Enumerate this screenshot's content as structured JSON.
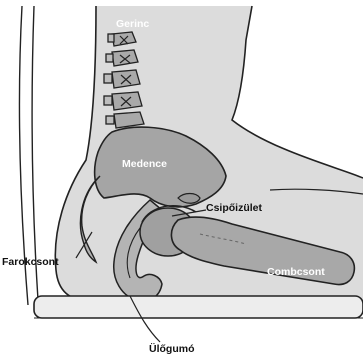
{
  "labels": {
    "spine": "Gerinc",
    "pelvis": "Medence",
    "hip_joint": "Csipőizület",
    "femur": "Combcsont",
    "coccyx": "Farokcsont",
    "ischial_tuberosity": "Ülőgumó"
  },
  "colors": {
    "body_fill": "#d9d9d9",
    "bone_fill": "#a7a7a7",
    "bone_dark": "#8c8c8c",
    "outline": "#222222",
    "seat_fill": "#ececec"
  }
}
